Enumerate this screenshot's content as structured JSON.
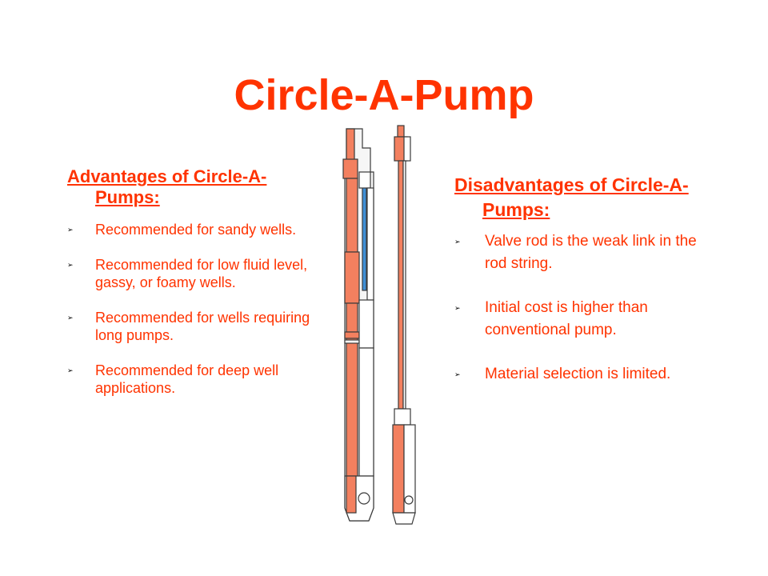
{
  "slide": {
    "title": "Circle-A-Pump"
  },
  "advantages": {
    "heading": "Advantages of Circle-A-Pumps:",
    "items": [
      "Recommended for sandy wells.",
      "Recommended for low fluid level, gassy, or foamy wells.",
      "Recommended for wells requiring long pumps.",
      "Recommended for deep well applications."
    ]
  },
  "disadvantages": {
    "heading": "Disadvantages of Circle-A-Pumps:",
    "items": [
      "Valve rod is the weak link in the rod string.",
      "Initial cost is higher than conventional pump.",
      "Material selection is limited."
    ]
  },
  "bullet_glyph": "➢",
  "colors": {
    "text": "#ff3300",
    "pump_body": "#f3805f",
    "pump_outline": "#3a3a3a",
    "pump_channel": "#3f8fd6"
  }
}
